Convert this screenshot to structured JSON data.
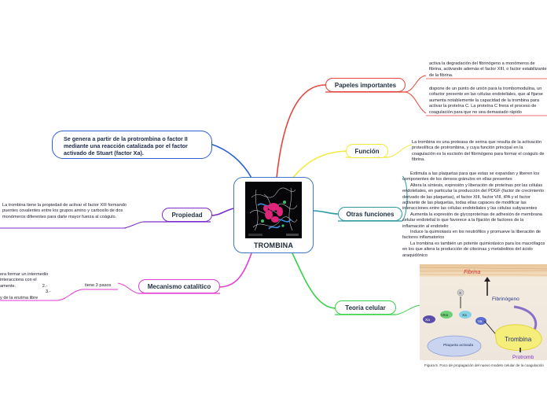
{
  "center": {
    "title": "TROMBINA"
  },
  "topics": {
    "papeles": {
      "label": "Papeles importantes"
    },
    "funcion": {
      "label": "Función"
    },
    "otras": {
      "label": "Otras funciones"
    },
    "teoria": {
      "label": "Teoria celular"
    },
    "mecanismo": {
      "label": "Mecanismo catalítico"
    },
    "propiedad": {
      "label": "Propiedad"
    },
    "genera": {
      "label": "Se genera a partir de la protrombina o factor II mediante una reacción catalizada por el factor activado de Stuart (factor Xa)."
    }
  },
  "notes": {
    "papeles_1": "activa la degradación del fibrinógeno a monómeros de fibrina, activando además el factor XIII, o factor estabilizante de la fibrina.",
    "papeles_2": "dispone de un punto de unión para la trombomodulina, un cofactor presente en las células endoteliales, que al fijarse aumenta notablemente la capacidad de la trombina para activar la proteína C. La proteína C frena el proceso de coagulación para que no sea demasiado rápido",
    "funcion": "La trombina es una proteasa de serina que resulta de la activación proteolítica de protrombina, y cuya función principal en la coagulación es la escisión del fibrinógeno para formar el coágulo de fibrina.",
    "otras": [
      "Estimula a las plaquetas para que estas se expandan y liberen los componentes de los densos gránulos en ellas presentes",
      "Altera la síntesis, expresión y liberación de proteínas por las células endoteliales, en particular la producción del PDGF (factor de crecimiento derivado de las plaquetas), el factor XIII, factor VIII, tPA y el factor activante de las plaquetas, todas ellas capaces de modificar las interacciones entre las células endoteliales y las células subyacentes",
      "Aumenta la expresión de glycoproteínas de adhesión de membrana celular endotelial lo que favorece a la fijación de factores de la inflamación al endotelio",
      "Induce la quimiotaxis en los neutrófilos y promueve la liberación de factores inflamatorios",
      "La trombina es también un potente quimiotáxico para los macrófagos en los que altera la producción de citocinas y metabolitos del ácido araquidónico"
    ],
    "propiedad": "La trombina tiene la propiedad de activar el factor XIII formando puentes covalentes entre los grupos amino y carboxilo de dos monómeros diferentes para darle mayor fuerza al coágulo.",
    "mecanismo_steps": "tiene 3 pasos",
    "mecanismo_detail_1": "era formar un intermedio",
    "mecanismo_detail_2": "interacciona con el",
    "mecanismo_detail_3": "2.-",
    "mecanismo_detail_4": "amente.",
    "mecanismo_detail_5": "3.-",
    "mecanismo_detail_6": "y de la enzima libre"
  },
  "figure": {
    "labels": {
      "fibrina": "Fibrina",
      "fibrinogeno": "Fibrinógeno",
      "trombina": "Trombina",
      "protrombina": "Protromb",
      "plaqueta": "Plaqueta activada",
      "xa_left": "Xa",
      "viiia": "VIIIa",
      "xa": "Xa",
      "va": "Va",
      "x": "X"
    },
    "caption": "Figura 5. Foco de propagación del nuevo modelo celular de la coagulación"
  },
  "colors": {
    "papeles": "#e4443a",
    "funcion": "#f2ea3c",
    "otras": "#2d9a9e",
    "teoria": "#38d14a",
    "mecanismo": "#e33ad3",
    "propiedad": "#7a2dc9",
    "genera": "#2a5fd6"
  }
}
